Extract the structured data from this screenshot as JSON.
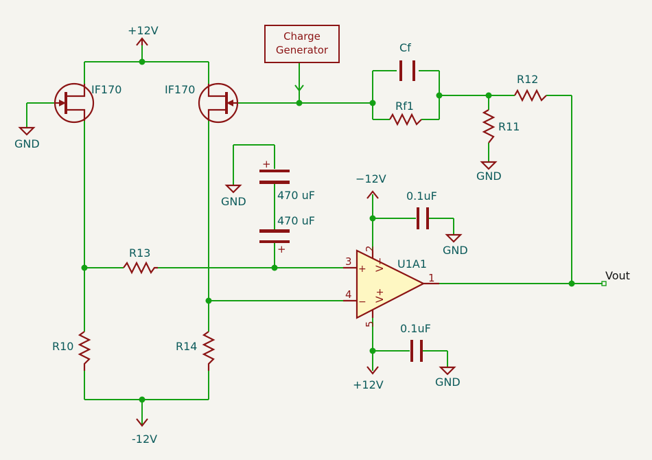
{
  "power": {
    "vplus_top": "+12V",
    "vminus_bottom": "-12V",
    "opamp_top": "−12V",
    "opamp_bottom": "+12V",
    "gnd": "GND"
  },
  "jfets": {
    "left": "IF170",
    "right": "IF170"
  },
  "charge_generator": {
    "line1": "Charge",
    "line2": "Generator"
  },
  "feedback": {
    "cap": "Cf",
    "res": "Rf1"
  },
  "resistors": {
    "r10": "R10",
    "r11": "R11",
    "r12": "R12",
    "r13": "R13",
    "r14": "R14"
  },
  "capacitors": {
    "c_top": "470 uF",
    "c_bottom": "470 uF",
    "bypass_top": "0.1uF",
    "bypass_bottom": "0.1uF"
  },
  "opamp": {
    "ref": "U1A1",
    "pin1": "1",
    "pin2": "2",
    "pin3": "3",
    "pin4": "4",
    "pin5": "5",
    "in_plus": "+",
    "in_minus": "−",
    "vminus_label": "V−",
    "vplus_label": "V+"
  },
  "output": {
    "label": "Vout"
  },
  "polarity": {
    "plus": "+"
  }
}
